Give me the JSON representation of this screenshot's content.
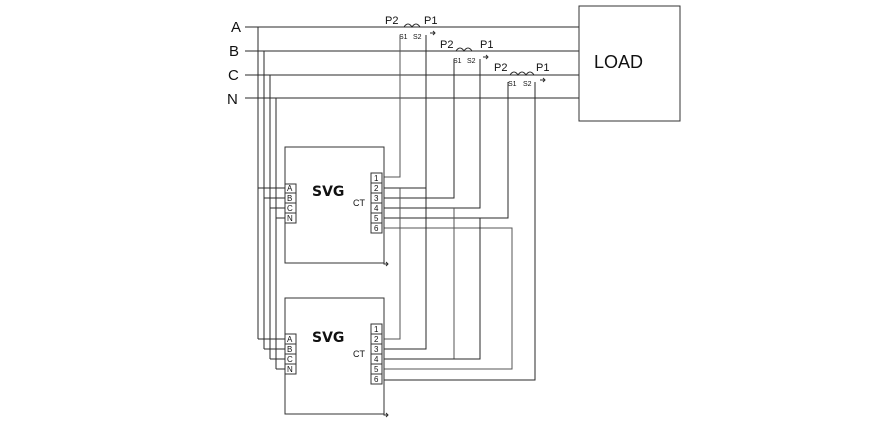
{
  "phases": [
    "A",
    "B",
    "C",
    "N"
  ],
  "load_label": "LOAD",
  "ct": {
    "p1_label": "P1",
    "p2_label": "P2",
    "s1_label": "S1",
    "s2_label": "S2"
  },
  "svg_units": [
    {
      "title": "SVG",
      "ct_label": "CT",
      "left_terminals": [
        "A",
        "B",
        "C",
        "N"
      ],
      "right_terminals": [
        "1",
        "2",
        "3",
        "4",
        "5",
        "6"
      ]
    },
    {
      "title": "SVG",
      "ct_label": "CT",
      "left_terminals": [
        "A",
        "B",
        "C",
        "N"
      ],
      "right_terminals": [
        "1",
        "2",
        "3",
        "4",
        "5",
        "6"
      ]
    }
  ]
}
